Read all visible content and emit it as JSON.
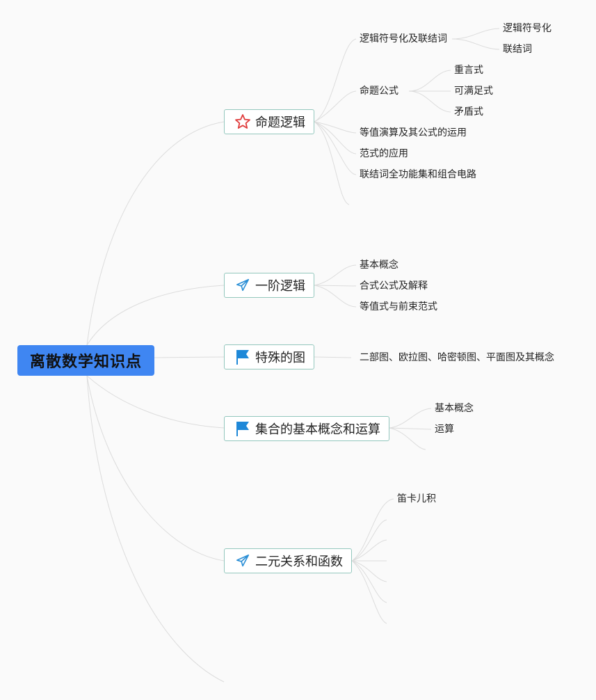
{
  "root": {
    "label": "离散数学知识点"
  },
  "topics": [
    {
      "label": "命题逻辑",
      "icon": "star-icon",
      "children": [
        "逻辑符号化及联结词",
        "命题公式",
        "等值演算及其公式的运用",
        "范式的应用",
        "联结词全功能集和组合电路"
      ],
      "grandchildren": {
        "logic": [
          "逻辑符号化",
          "联结词"
        ],
        "formula": [
          "重言式",
          "可满足式",
          "矛盾式"
        ]
      }
    },
    {
      "label": "一阶逻辑",
      "icon": "paper-plane-icon",
      "children": [
        "基本概念",
        "合式公式及解释",
        "等值式与前束范式"
      ]
    },
    {
      "label": "特殊的图",
      "icon": "blue-flag-icon",
      "children": [
        "二部图、欧拉图、哈密顿图、平面图及其概念"
      ]
    },
    {
      "label": "集合的基本概念和运算",
      "icon": "blue-flag-icon",
      "children": [
        "基本概念",
        "运算"
      ]
    },
    {
      "label": "二元关系和函数",
      "icon": "paper-plane-icon",
      "children": [
        "笛卡儿积"
      ]
    }
  ],
  "colors": {
    "root_bg": "#3f86f2",
    "topic_border": "#93c7bd",
    "line": "#d9d9d9",
    "star": "#e03c3c",
    "flag": "#1e88d8",
    "plane": "#2b8fd6"
  }
}
